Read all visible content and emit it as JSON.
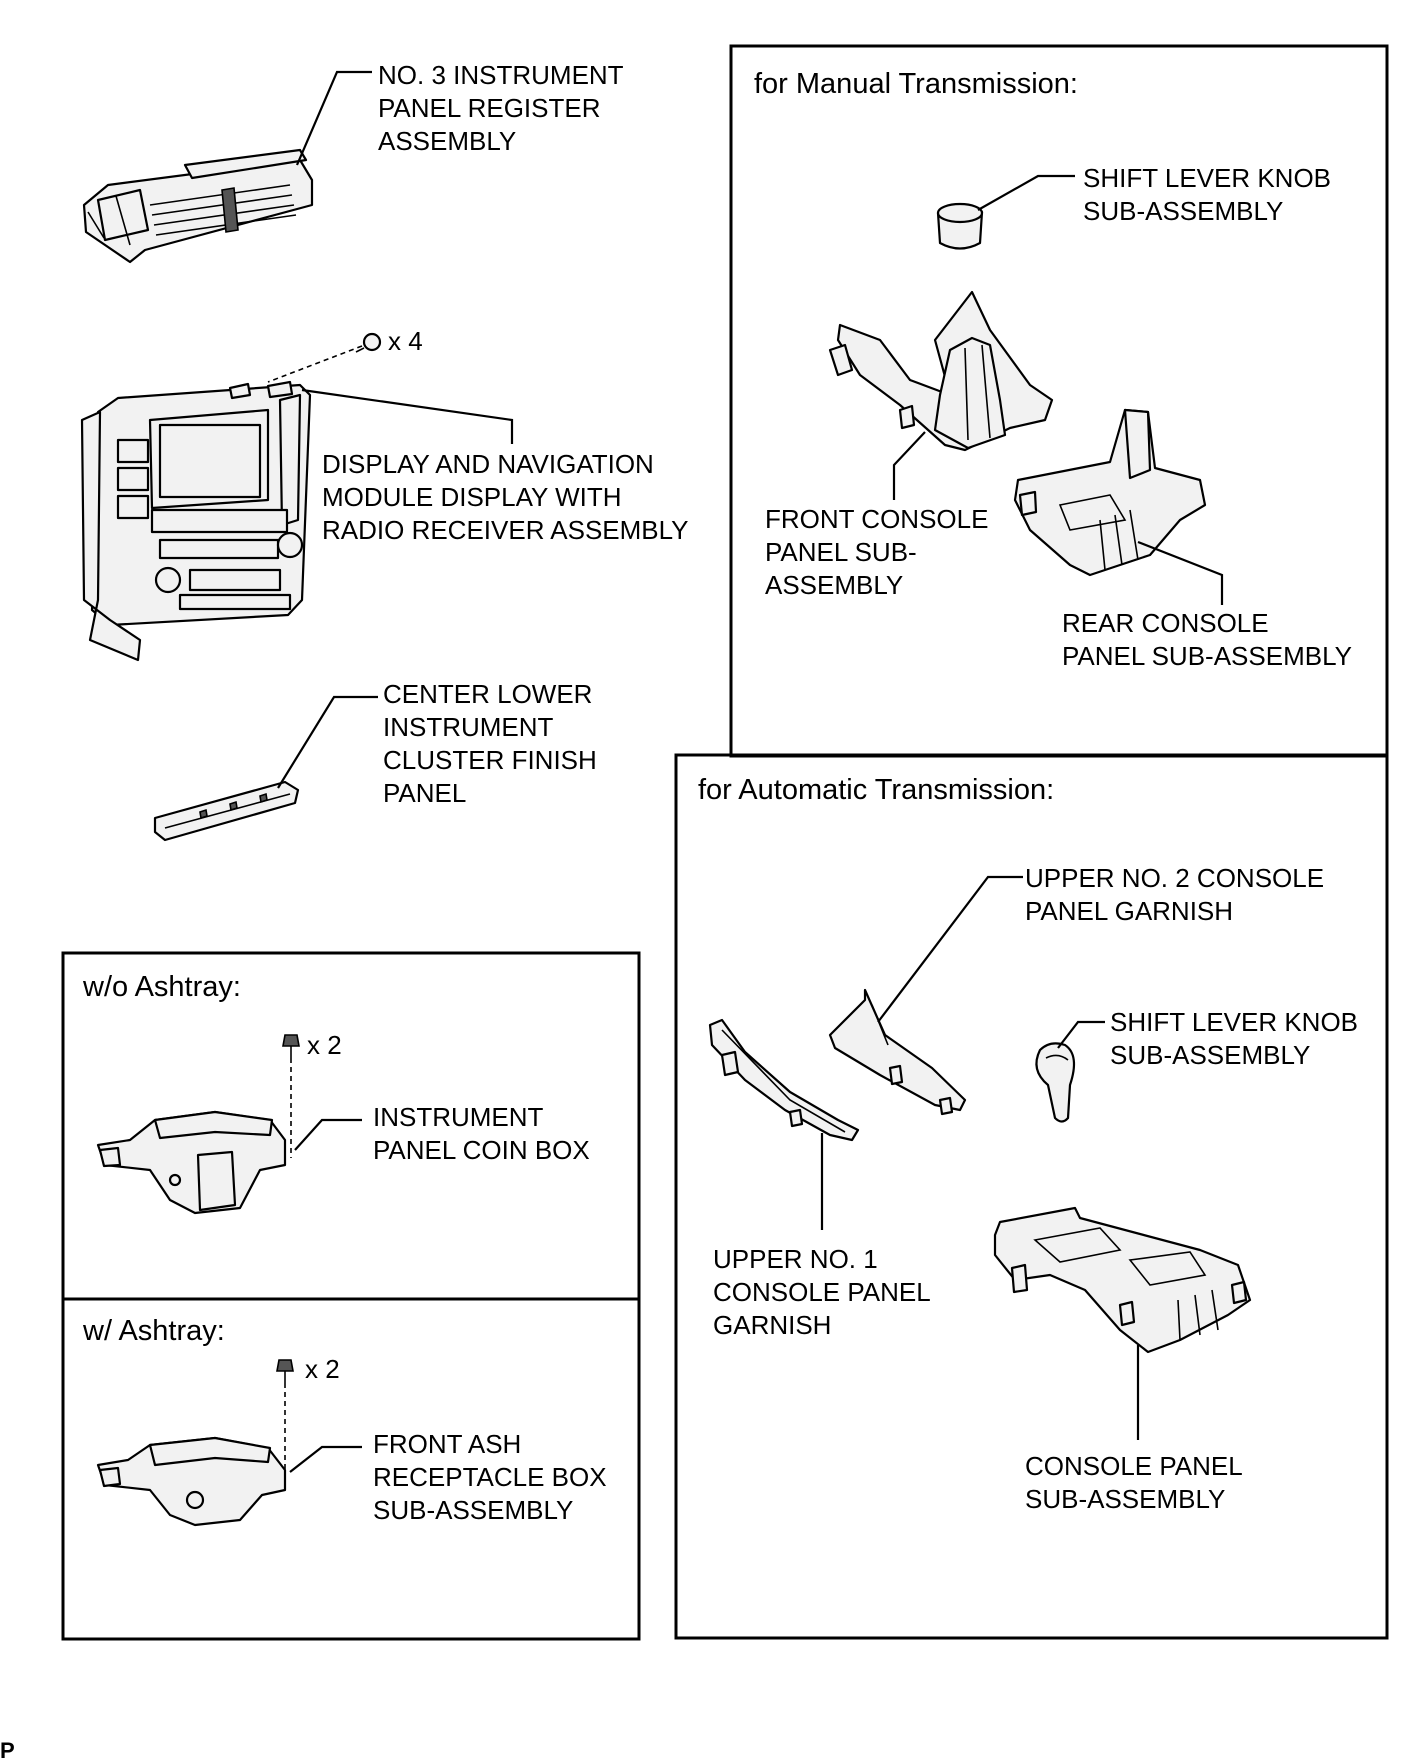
{
  "labels": {
    "register": [
      "NO. 3 INSTRUMENT",
      "PANEL REGISTER",
      "ASSEMBLY"
    ],
    "display": [
      "DISPLAY AND NAVIGATION",
      "MODULE DISPLAY WITH",
      "RADIO RECEIVER ASSEMBLY"
    ],
    "screw_count": "x 4",
    "center_lower": [
      "CENTER LOWER",
      "INSTRUMENT",
      "CLUSTER FINISH",
      "PANEL"
    ]
  },
  "manual": {
    "title": "for Manual Transmission:",
    "knob": [
      "SHIFT LEVER KNOB",
      "SUB-ASSEMBLY"
    ],
    "front_console": [
      "FRONT CONSOLE",
      "PANEL SUB-",
      "ASSEMBLY"
    ],
    "rear_console": [
      "REAR CONSOLE",
      "PANEL SUB-ASSEMBLY"
    ]
  },
  "automatic": {
    "title": "for Automatic Transmission:",
    "upper2": [
      "UPPER NO. 2 CONSOLE",
      "PANEL GARNISH"
    ],
    "knob": [
      "SHIFT LEVER KNOB",
      "SUB-ASSEMBLY"
    ],
    "upper1": [
      "UPPER NO. 1",
      "CONSOLE PANEL",
      "GARNISH"
    ],
    "console": [
      "CONSOLE PANEL",
      "SUB-ASSEMBLY"
    ]
  },
  "no_ashtray": {
    "title": "w/o Ashtray:",
    "screw_count": "x 2",
    "part": [
      "INSTRUMENT",
      "PANEL COIN BOX"
    ]
  },
  "ashtray": {
    "title": "w/ Ashtray:",
    "screw_count": "x 2",
    "part": [
      "FRONT ASH",
      "RECEPTACLE BOX",
      "SUB-ASSEMBLY"
    ]
  },
  "footer": "P"
}
